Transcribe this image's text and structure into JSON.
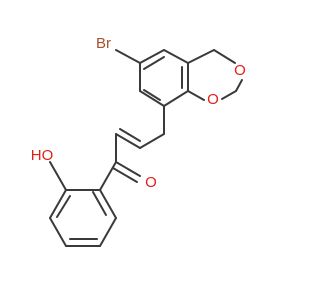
{
  "diagram": {
    "atom_labels": {
      "bromine": "Br",
      "ring_oxygen_top": "O",
      "ring_oxygen_bottom": "O",
      "hydroxyl": "HO",
      "carbonyl_oxygen": "O"
    },
    "colors": {
      "bond": "#3a3a3a",
      "bromine": "#a5522a",
      "oxygen": "#e0201a",
      "background": "#ffffff"
    }
  }
}
